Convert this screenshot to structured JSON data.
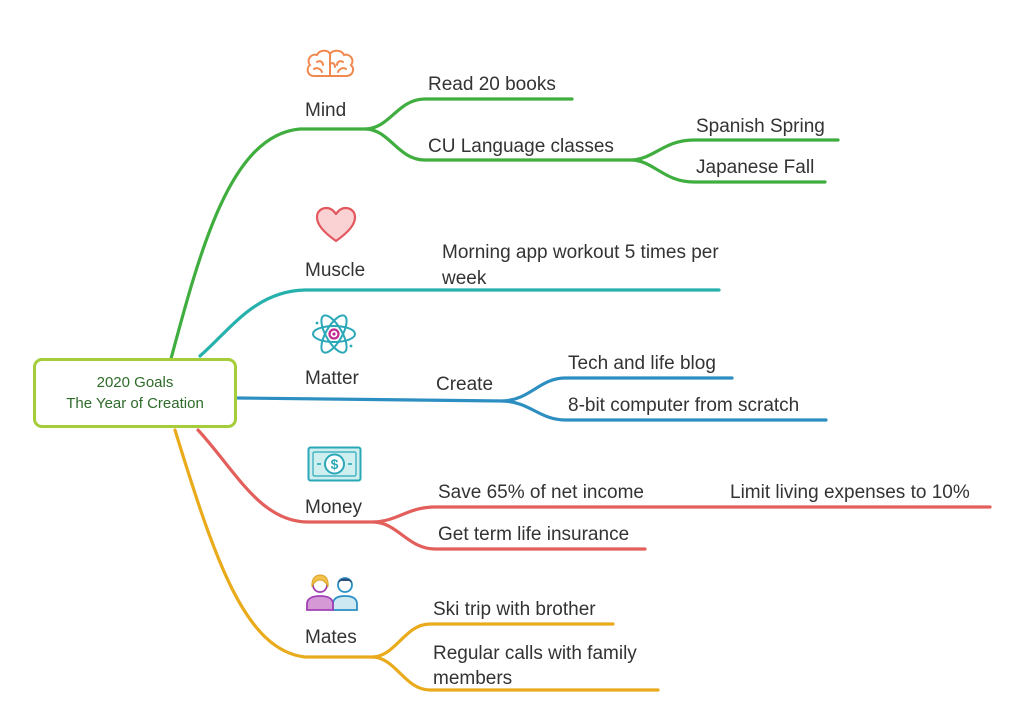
{
  "root": {
    "line1": "2020 Goals",
    "line2": "The Year of Creation"
  },
  "colors": {
    "root_border": "#a4cd39",
    "root_text": "#2e6b2a",
    "mind": "#3fae3f",
    "muscle": "#26b1ad",
    "matter": "#2d8fc1",
    "money": "#e35f5c",
    "mates": "#e9ab1c"
  },
  "branches": [
    {
      "label": "Mind",
      "icon": "brain-icon",
      "children": [
        {
          "label": "Read 20 books"
        },
        {
          "label": "CU Language classes",
          "children": [
            {
              "label": "Spanish Spring"
            },
            {
              "label": "Japanese Fall"
            }
          ]
        }
      ]
    },
    {
      "label": "Muscle",
      "icon": "heart-icon",
      "children": [
        {
          "label": "Morning app workout 5 times per week"
        }
      ]
    },
    {
      "label": "Matter",
      "icon": "atom-icon",
      "children": [
        {
          "label": "Create",
          "children": [
            {
              "label": "Tech and life blog"
            },
            {
              "label": "8-bit computer from scratch"
            }
          ]
        }
      ]
    },
    {
      "label": "Money",
      "icon": "dollar-bill-icon",
      "children": [
        {
          "label": "Save 65% of net income",
          "children": [
            {
              "label": "Limit living expenses to 10%"
            }
          ]
        },
        {
          "label": "Get term life insurance"
        }
      ]
    },
    {
      "label": "Mates",
      "icon": "people-icon",
      "children": [
        {
          "label": "Ski trip with brother"
        },
        {
          "label": "Regular calls with family members"
        }
      ]
    }
  ]
}
